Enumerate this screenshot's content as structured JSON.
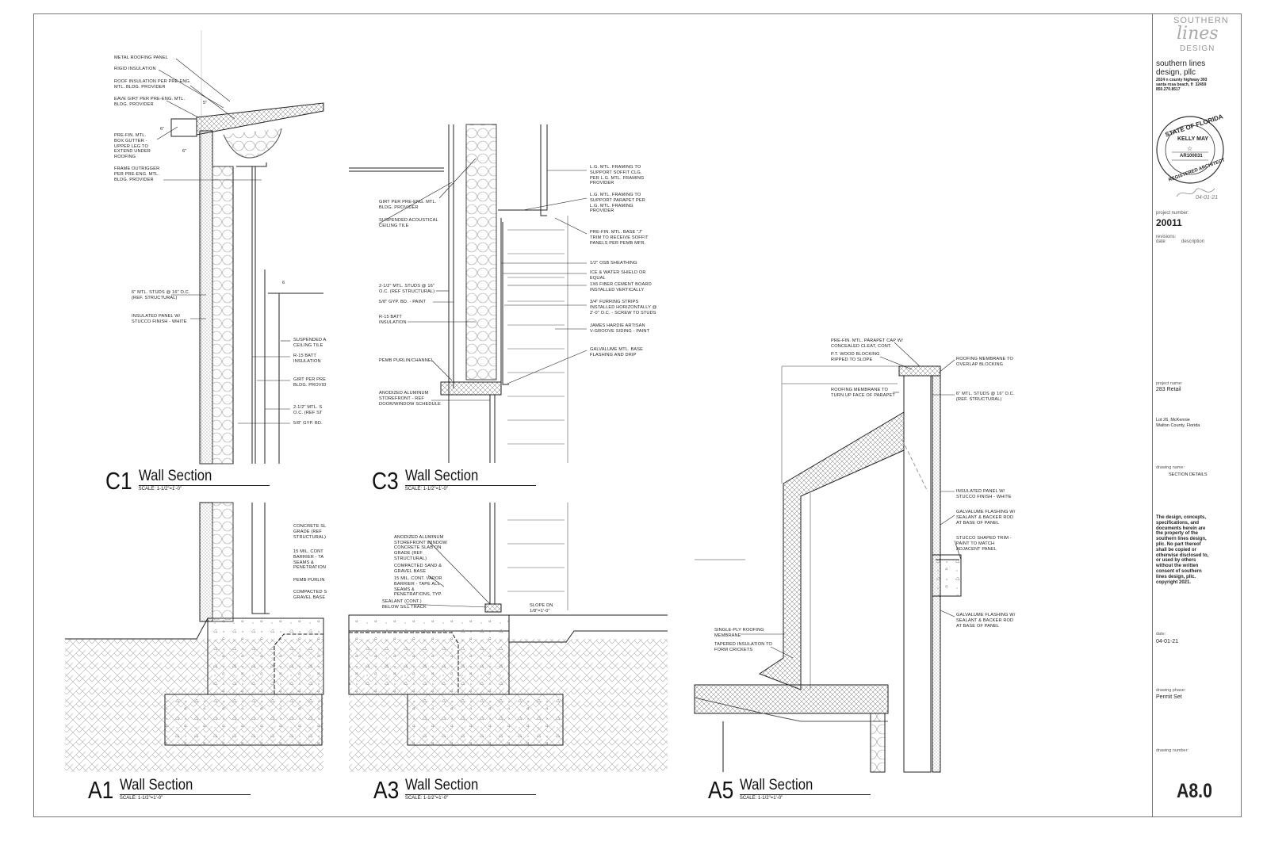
{
  "details": [
    {
      "id": "C1",
      "tag": "C1",
      "name": "Wall Section",
      "scale": "SCALE: 1-1/2\"=1'-0\""
    },
    {
      "id": "C3",
      "tag": "C3",
      "name": "Wall Section",
      "scale": "SCALE: 1-1/2\"=1'-0\""
    },
    {
      "id": "A1",
      "tag": "A1",
      "name": "Wall Section",
      "scale": "SCALE: 1-1/2\"=1'-0\""
    },
    {
      "id": "A3",
      "tag": "A3",
      "name": "Wall Section",
      "scale": "SCALE: 1-1/2\"=1'-0\""
    },
    {
      "id": "A5",
      "tag": "A5",
      "name": "Wall Section",
      "scale": "SCALE: 1-1/2\"=1'-0\""
    }
  ],
  "notes": {
    "c1": [
      "METAL ROOFING PANEL",
      "RIGID INSULATION",
      "ROOF INSULATION PER PRE-ENG.\nMTL. BLDG. PROVIDER",
      "EAVE GIRT PER PRE-ENG. MTL.\nBLDG. PROVIDER",
      "PRE-FIN. MTL.\nBOX GUTTER -\nUPPER LEG TO\nEXTEND UNDER\nROOFING",
      "FRAME OUTRIGGER\nPER PRE-ENG. MTL.\nBLDG. PROVIDER",
      "6\" MTL. STUDS @ 16\" O.C.\n(REF. STRUCTURAL)",
      "INSULATED PANEL W/\nSTUCCO FINISH - WHITE",
      "SUSPENDED A\nCEILING TILE",
      "R-15 BATT\nINSULATION",
      "GIRT PER PRE\nBLDG. PROVID",
      "2-1/2\" MTL. S\nO.C. (REF ST",
      "5/8\" GYP. BD."
    ],
    "c3_left": [
      "GIRT PER PRE-ENG. MTL.\nBLDG. PROVIDER",
      "SUSPENDED ACOUSTICAL\nCEILING TILE",
      "2-1/2\" MTL. STUDS @ 16\"\nO.C. (REF STRUCTURAL)",
      "5/8\" GYP. BD. - PAINT",
      "R-15 BATT\nINSULATION",
      "PEMB PURLIN/CHANNEL",
      "ANODIZED ALUMINUM\nSTOREFRONT - REF\nDOOR/WINDOW SCHEDULE"
    ],
    "c3_right": [
      "L.G. MTL. FRAMING TO\nSUPPORT SOFFIT CLG.\nPER L.G. MTL. FRAMING\nPROVIDER",
      "L.G. MTL. FRAMING TO\nSUPPORT PARAPET PER\nL.G. MTL. FRAMING\nPROVIDER",
      "PRE-FIN. MTL. BASE \"J\"\nTRIM TO RECEIVE SOFFIT\nPANELS PER PEMB MFR.",
      "1/2\" OSB SHEATHING",
      "ICE & WATER SHIELD OR\nEQUAL",
      "1X6 FIBER CEMENT BOARD\nINSTALLED VERTICALLY",
      "3/4\" FURRING STRIPS\nINSTALLED HORIZONTALLY @\n2'-0\" O.C. - SCREW TO STUDS",
      "JAMES HARDIE ARTISAN\nV-GROOVE SIDING - PAINT",
      "GALVALUME MTL. BASE\nFLASHING AND DRIP"
    ],
    "a1": [
      "CONCRETE SL\nGRADE (REF\nSTRUCTURAL)",
      "15 MIL. CONT\nBARRIER - TA\nSEAMS &\nPENETRATION",
      "PEMB PURLIN",
      "COMPACTED S\nGRAVEL BASE"
    ],
    "a3": [
      "ANODIZED ALUMINUM\nSTOREFRONT WINDOW",
      "CONCRETE SLAB ON\nGRADE (REF\nSTRUCTURAL)",
      "COMPACTED SAND &\nGRAVEL BASE",
      "15 MIL. CONT. VAPOR\nBARRIER - TAPE ALL\nSEAMS &\nPENETRATIONS, TYP.",
      "SEALANT (CONT.)\nBELOW SILL TRACK",
      "SLOPE DN\n1/8\"=1'-0\""
    ],
    "a5": [
      "PRE-FIN. MTL. PARAPET CAP W/\nCONCEALED CLEAT, CONT.",
      "P.T. WOOD BLOCKING\nRIPPED TO SLOPE",
      "ROOFING MEMBRANE TO\nOVERLAP BLOCKING",
      "ROOFING MEMBRANE TO\nTURN UP FACE OF PARAPET",
      "6\" MTL. STUDS @ 16\" O.C.\n(REF. STRUCTURAL)",
      "INSULATED PANEL W/\nSTUCCO FINISH - WHITE",
      "GALVALUME FLASHING W/\nSEALANT & BACKER ROD\nAT BASE OF PANEL",
      "STUCCO SHAPED TRIM -\nPAINT TO MATCH\nADJACENT PANEL",
      "GALVALUME FLASHING W/\nSEALANT & BACKER ROD\nAT BASE OF PANEL",
      "SINGLE-PLY ROOFING\nMEMBRANE",
      "TAPERED INSULATION TO\nFORM CRICKETS"
    ]
  },
  "dims": {
    "c1_a": "5\"",
    "c1_b": "6\"",
    "c1_c": "6\"",
    "c1_d": "6"
  },
  "title_block": {
    "logo_top": "SOUTHERN",
    "logo_script": "lines",
    "logo_bottom": "DESIGN",
    "firm": "southern lines\ndesign, pllc",
    "address": "2024 n county highway 393\nsanta rosa beach, fl  32459\n850.270.8517",
    "seal_top": "STATE OF FLORIDA",
    "seal_name": "KELLY MAY",
    "seal_star": "☆",
    "seal_number": "AR100031",
    "seal_bottom": "REGISTERED ARCHITECT",
    "signature_date": "04-01-21",
    "project_number_label": "project number:",
    "project_number": "20011",
    "revisions_label": "revisions:",
    "date_col": "date",
    "description_col": "description",
    "project_name_label": "project name:",
    "project_name": "283 Retail",
    "location": "Lot 26, McKennie\nWalton County, Florida",
    "drawing_name_label": "drawing name:",
    "drawing_name": "SECTION DETAILS",
    "disclaimer": "The design, concepts,\nspecifications, and\ndocuments herein are\nthe property of the\nsouthern lines design,\npllc. No part thereof\nshall be copied or\notherwise disclosed to,\nor used by others\nwithout the written\nconsent of southern\nlines design, pllc.\ncopyright 2021.",
    "date_label": "date:",
    "date": "04-01-21",
    "phase_label": "drawing phase:",
    "phase": "Permit Set",
    "drawing_number_label": "drawing number:",
    "drawing_number": "A8.0"
  }
}
